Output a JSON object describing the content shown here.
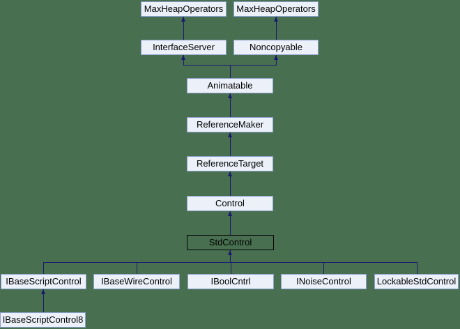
{
  "colors": {
    "background": "#487050",
    "edge": "#191970",
    "node_fill": "#ECF0F9",
    "node_border": "#8CA0CF",
    "node_text": "#000000",
    "current_node_border": "#000000"
  },
  "diagram": {
    "type": "class-inheritance-graph",
    "nodes": [
      {
        "key": "mh1",
        "id": "maxheapoperators-left",
        "label": "MaxHeapOperators",
        "current": false
      },
      {
        "key": "mh2",
        "id": "maxheapoperators-right",
        "label": "MaxHeapOperators",
        "current": false
      },
      {
        "key": "ifs",
        "id": "interfaceserver",
        "label": "InterfaceServer",
        "current": false
      },
      {
        "key": "ncp",
        "id": "noncopyable",
        "label": "Noncopyable",
        "current": false
      },
      {
        "key": "ani",
        "id": "animatable",
        "label": "Animatable",
        "current": false
      },
      {
        "key": "rmk",
        "id": "referencemaker",
        "label": "ReferenceMaker",
        "current": false
      },
      {
        "key": "rtg",
        "id": "referencetarget",
        "label": "ReferenceTarget",
        "current": false
      },
      {
        "key": "ctl",
        "id": "control",
        "label": "Control",
        "current": false
      },
      {
        "key": "std",
        "id": "stdcontrol",
        "label": "StdControl",
        "current": true
      },
      {
        "key": "ibs",
        "id": "ibasescriptcontrol",
        "label": "IBaseScriptControl",
        "current": false
      },
      {
        "key": "ibw",
        "id": "ibasewirecontrol",
        "label": "IBaseWireControl",
        "current": false
      },
      {
        "key": "ibc",
        "id": "iboolcntrl",
        "label": "IBoolCntrl",
        "current": false
      },
      {
        "key": "inc",
        "id": "inoisecontrol",
        "label": "INoiseControl",
        "current": false
      },
      {
        "key": "lsc",
        "id": "lockablestdcontrol",
        "label": "LockableStdControl",
        "current": false
      },
      {
        "key": "ib8",
        "id": "ibasescriptcontrol8",
        "label": "IBaseScriptControl8",
        "current": false
      }
    ],
    "edges": [
      {
        "from": "interfaceserver",
        "to": "maxheapoperators-left"
      },
      {
        "from": "noncopyable",
        "to": "maxheapoperators-right"
      },
      {
        "from": "animatable",
        "to": "interfaceserver"
      },
      {
        "from": "animatable",
        "to": "noncopyable"
      },
      {
        "from": "referencemaker",
        "to": "animatable"
      },
      {
        "from": "referencetarget",
        "to": "referencemaker"
      },
      {
        "from": "control",
        "to": "referencetarget"
      },
      {
        "from": "stdcontrol",
        "to": "control"
      },
      {
        "from": "ibasescriptcontrol",
        "to": "stdcontrol"
      },
      {
        "from": "ibasewirecontrol",
        "to": "stdcontrol"
      },
      {
        "from": "iboolcntrl",
        "to": "stdcontrol"
      },
      {
        "from": "inoisecontrol",
        "to": "stdcontrol"
      },
      {
        "from": "lockablestdcontrol",
        "to": "stdcontrol"
      },
      {
        "from": "ibasescriptcontrol8",
        "to": "ibasescriptcontrol"
      }
    ]
  }
}
